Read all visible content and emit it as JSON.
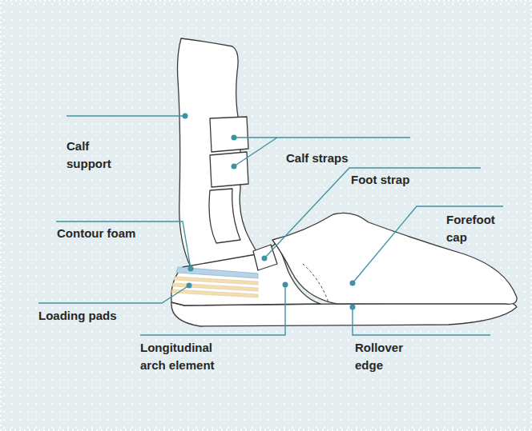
{
  "diagram": {
    "labels": [
      "Calf support",
      "Calf straps",
      "Foot strap",
      "Contour foam",
      "Forefoot cap",
      "Loading pads",
      "Longitudinal arch element",
      "Rollover edge"
    ]
  }
}
